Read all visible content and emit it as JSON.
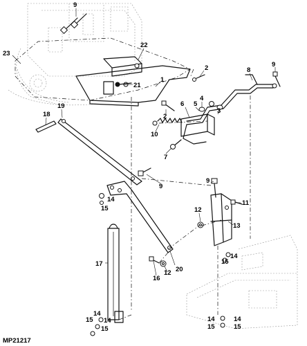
{
  "figure_id": "MP21217",
  "callouts": {
    "c1": "1",
    "c2a": "2",
    "c2b": "2",
    "c3": "3",
    "c4": "4",
    "c5": "5",
    "c6": "6",
    "c7": "7",
    "c8": "8",
    "c9a": "9",
    "c9b": "9",
    "c9c": "9",
    "c9d": "9",
    "c10": "10",
    "c11": "11",
    "c12a": "12",
    "c12b": "12",
    "c13": "13",
    "c14a": "14",
    "c14b": "14",
    "c14c": "14",
    "c14d": "14",
    "c14e": "14",
    "c15a": "15",
    "c15b": "15",
    "c15c": "15",
    "c15d": "15",
    "c15e": "15",
    "c16": "16",
    "c17": "17",
    "c18": "18",
    "c19": "19",
    "c20": "20",
    "c21": "21",
    "c22": "22",
    "c23": "23"
  }
}
